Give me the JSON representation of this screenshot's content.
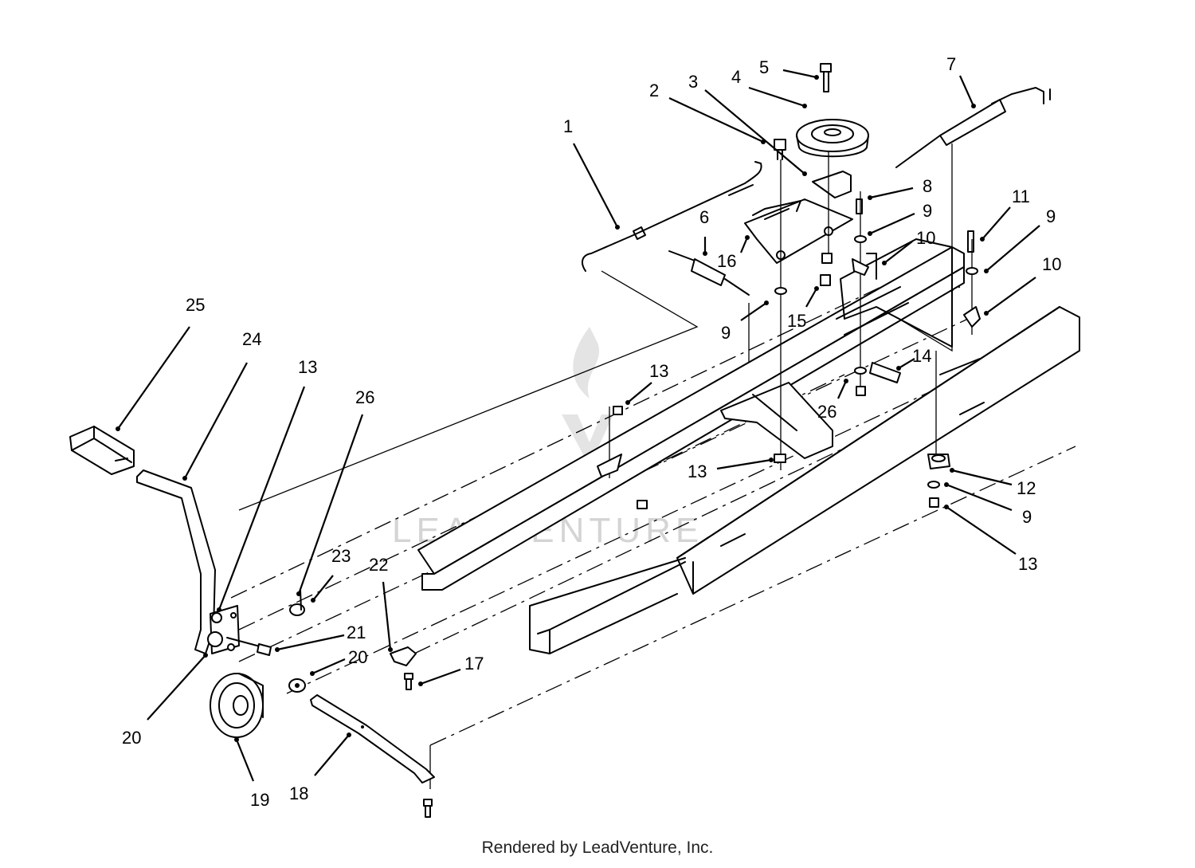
{
  "diagram": {
    "callouts": [
      "1",
      "2",
      "3",
      "4",
      "5",
      "6",
      "7",
      "8",
      "9",
      "10",
      "11",
      "9",
      "10",
      "16",
      "15",
      "9",
      "14",
      "26",
      "13",
      "13",
      "12",
      "9",
      "13",
      "25",
      "24",
      "13",
      "26",
      "23",
      "22",
      "21",
      "20",
      "17",
      "20",
      "19",
      "18"
    ]
  },
  "watermark": {
    "text": "LEADVENTURE",
    "color": "#d4d4d4"
  },
  "footer": {
    "text": "Rendered by LeadVenture, Inc."
  }
}
